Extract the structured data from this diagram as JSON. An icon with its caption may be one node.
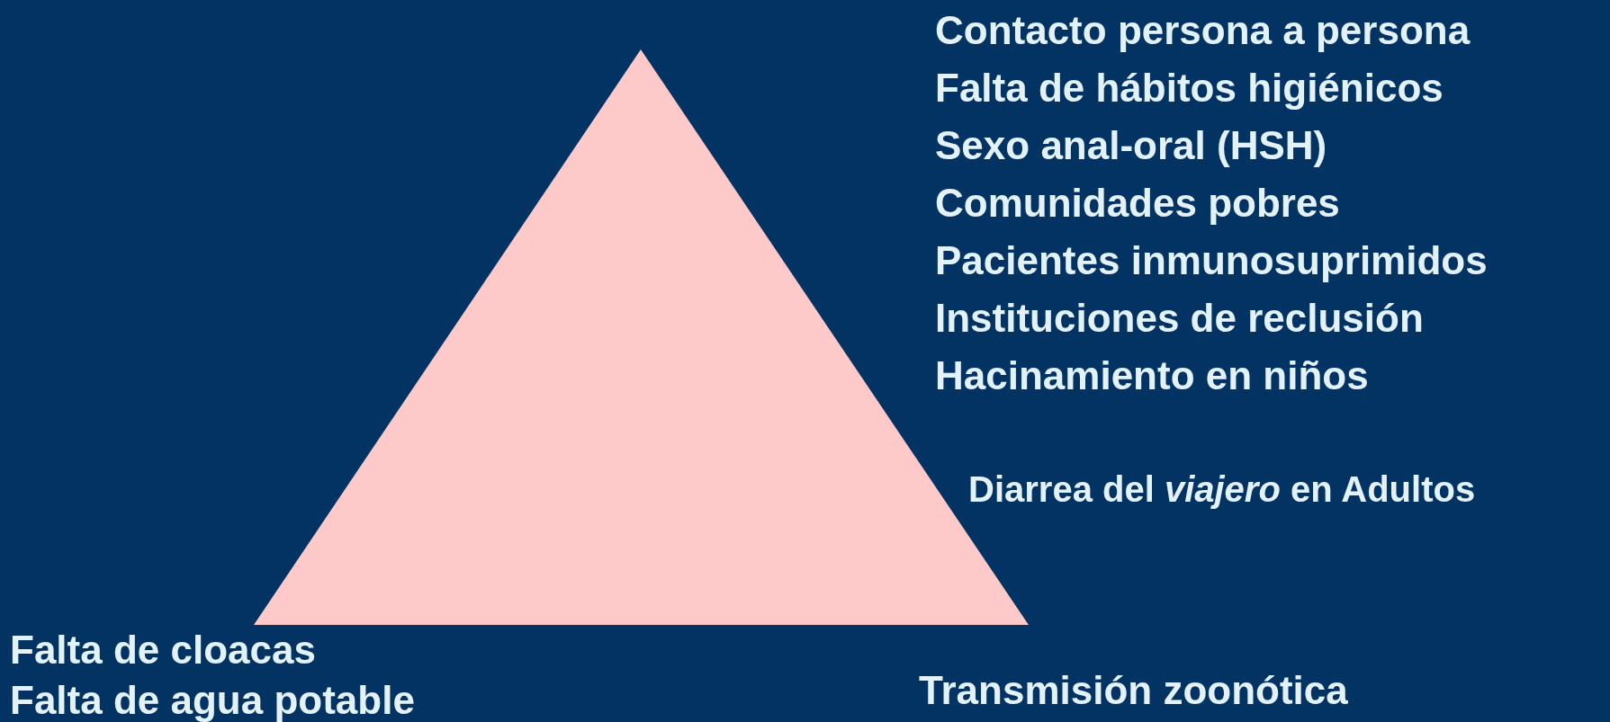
{
  "diagram": {
    "labels": [
      "Contacto persona a persona",
      "Falta de hábitos higiénicos",
      "Sexo anal-oral (HSH)",
      "Comunidades pobres",
      "Pacientes inmunosuprimidos",
      "Instituciones de reclusión",
      "Hacinamiento en niños",
      "Diarrea del *viajero* en Adultos",
      "Falta de cloacas",
      "Falta de agua potable",
      "Transmisión zoonótica"
    ]
  }
}
